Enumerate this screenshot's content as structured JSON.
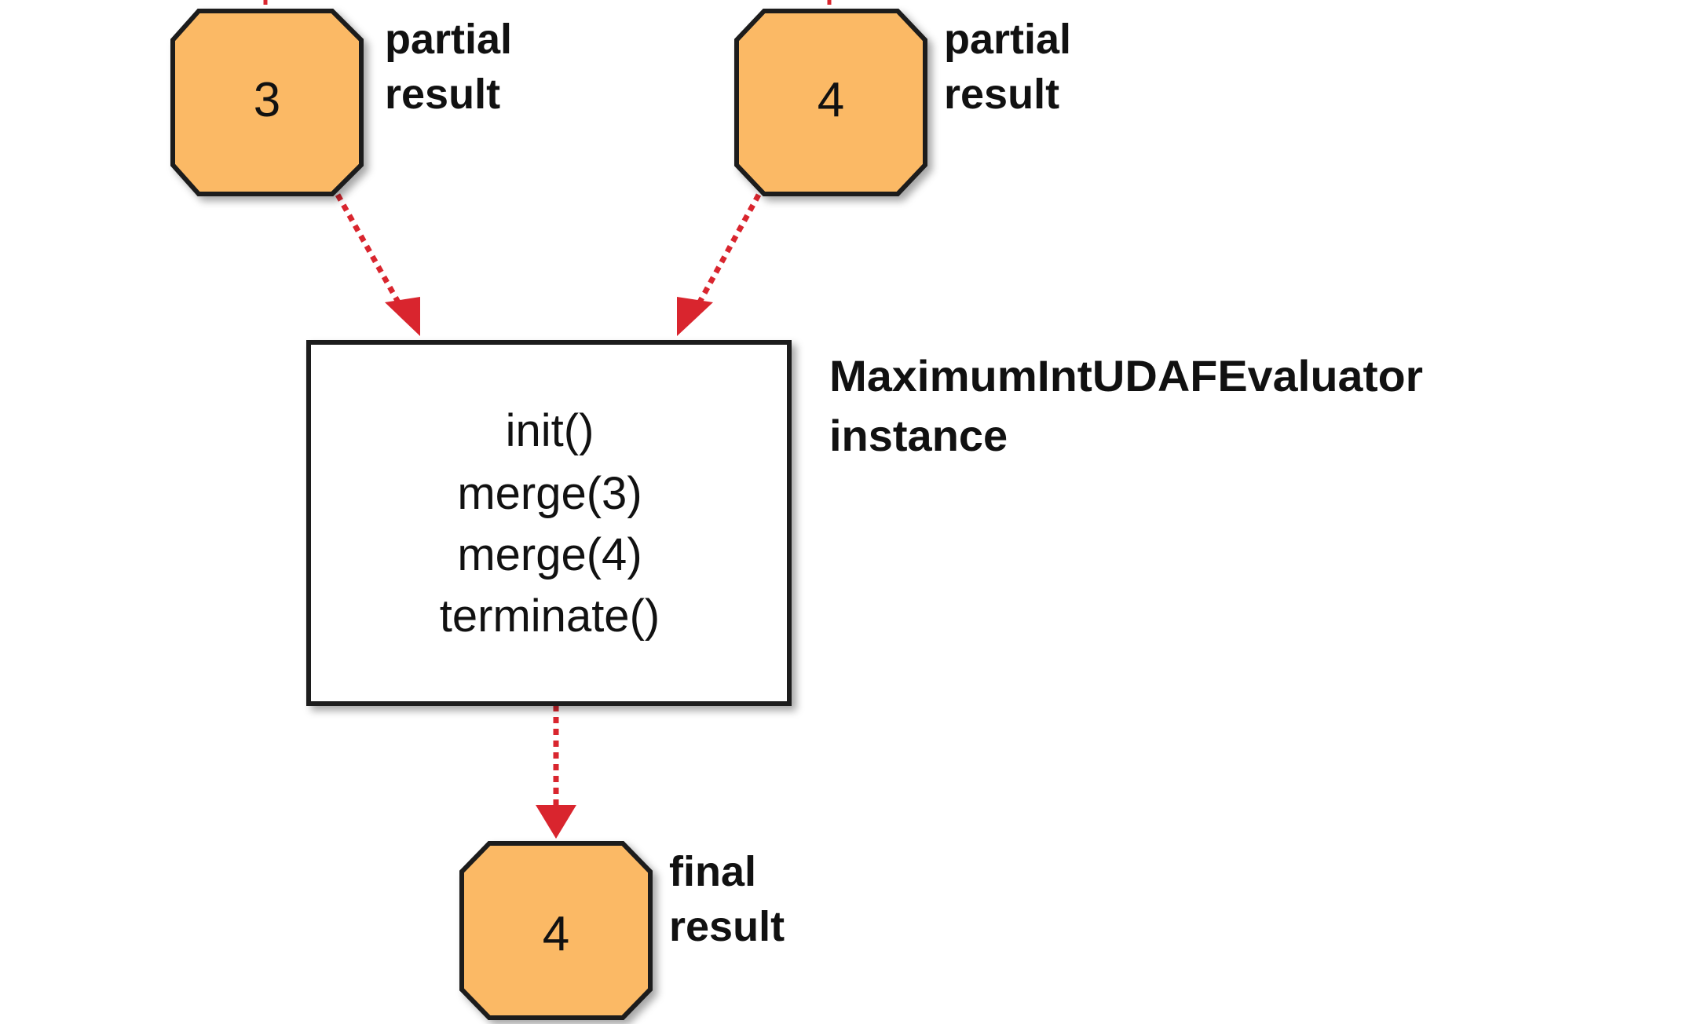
{
  "colors": {
    "node_fill": "#FBB965",
    "node_stroke": "#1A1A1A",
    "arrow": "#D9252E",
    "box_stroke": "#1A1A1A",
    "box_fill": "#FFFFFF"
  },
  "nodes": {
    "partial_left": {
      "value": "3",
      "label_line1": "partial",
      "label_line2": "result"
    },
    "partial_right": {
      "value": "4",
      "label_line1": "partial",
      "label_line2": "result"
    },
    "final": {
      "value": "4",
      "label_line1": "final",
      "label_line2": "result"
    }
  },
  "evaluator": {
    "name_line1": "MaximumIntUDAFEvaluator",
    "name_line2": "instance",
    "methods": [
      "init()",
      "merge(3)",
      "merge(4)",
      "terminate()"
    ]
  }
}
